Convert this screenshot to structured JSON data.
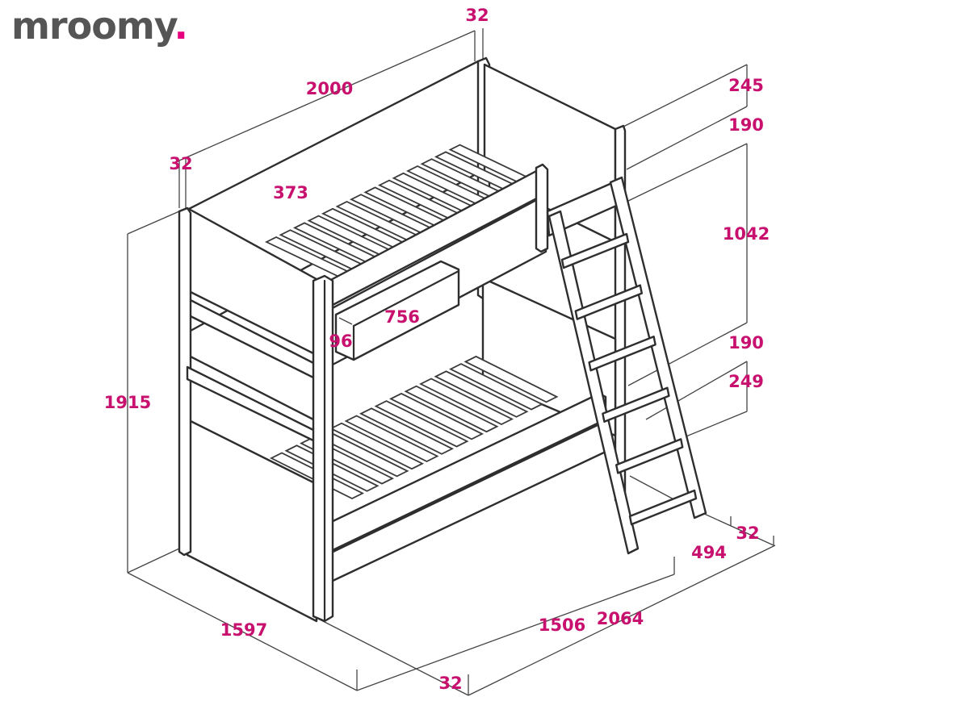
{
  "brand": {
    "name": "mroomy",
    "dot": ".",
    "accent_color": "#e6007e",
    "text_color": "#555555"
  },
  "dimension_color": "#c8106e",
  "dimensions": {
    "top_post_thickness": "32",
    "total_length_top": "2000",
    "left_post_thickness": "32",
    "guard_height": "373",
    "drawer_width": "756",
    "drawer_height": "96",
    "top_gap": "245",
    "top_frame": "190",
    "mid_gap": "1042",
    "bottom_frame": "190",
    "bottom_clearance": "249",
    "total_height": "1915",
    "depth": "1597",
    "inner_length": "1506",
    "overall_length": "2064",
    "ladder_depth": "494",
    "ladder_post": "32",
    "front_post_thickness": "32"
  }
}
